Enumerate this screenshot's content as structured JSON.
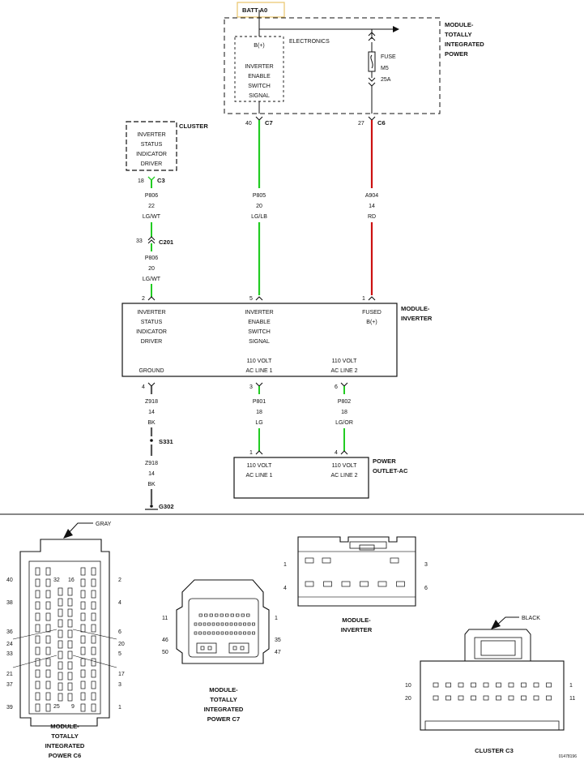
{
  "batt": "BATT A0",
  "tipm": {
    "title": [
      "MODULE-",
      "TOTALLY",
      "INTEGRATED",
      "POWER"
    ],
    "bplus": "B(+)",
    "electronics": "ELECTRONICS",
    "signal": [
      "INVERTER",
      "ENABLE",
      "SWITCH",
      "SIGNAL"
    ],
    "fuse": [
      "FUSE",
      "M5",
      "25A"
    ],
    "pin_c7": "40",
    "conn_c7": "C7",
    "pin_c6": "27",
    "conn_c6": "C6"
  },
  "cluster": {
    "title": "CLUSTER",
    "lines": [
      "INVERTER",
      "STATUS",
      "INDICATOR",
      "DRIVER"
    ],
    "pin": "18",
    "conn": "C3"
  },
  "wires": {
    "p806a": [
      "P806",
      "22",
      "LG/WT"
    ],
    "c201": {
      "pin": "33",
      "name": "C201"
    },
    "p806b": [
      "P806",
      "20",
      "LG/WT"
    ],
    "p805": [
      "P805",
      "20",
      "LG/LB"
    ],
    "a904": [
      "A904",
      "14",
      "RD"
    ],
    "z918a": [
      "Z918",
      "14",
      "BK"
    ],
    "s331": "S331",
    "z918b": [
      "Z918",
      "14",
      "BK"
    ],
    "g302": "G302",
    "p801": [
      "P801",
      "18",
      "LG"
    ],
    "p802": [
      "P802",
      "18",
      "LG/OR"
    ]
  },
  "inverter": {
    "title": [
      "MODULE-",
      "INVERTER"
    ],
    "pins": {
      "p2": "2",
      "p5": "5",
      "p1": "1",
      "p4": "4",
      "p3": "3",
      "p6": "6"
    },
    "status": [
      "INVERTER",
      "STATUS",
      "INDICATOR",
      "DRIVER"
    ],
    "enable": [
      "INVERTER",
      "ENABLE",
      "SWITCH",
      "SIGNAL"
    ],
    "fused": [
      "FUSED",
      "B(+)"
    ],
    "ground": "GROUND",
    "ac1": [
      "110 VOLT",
      "AC LINE 1"
    ],
    "ac2": [
      "110 VOLT",
      "AC LINE 2"
    ]
  },
  "outlet": {
    "title": [
      "POWER",
      "OUTLET-AC"
    ],
    "pins": {
      "p1": "1",
      "p4": "4"
    },
    "ac1": [
      "110 VOLT",
      "AC LINE 1"
    ],
    "ac2": [
      "110 VOLT",
      "AC LINE 2"
    ]
  },
  "views": {
    "c6": {
      "color": "GRAY",
      "title": [
        "MODULE-",
        "TOTALLY",
        "INTEGRATED",
        "POWER C6"
      ],
      "left": [
        "40",
        "38",
        "36",
        "24",
        "33",
        "21",
        "37",
        "39"
      ],
      "right": [
        "2",
        "4",
        "6",
        "20",
        "5",
        "17",
        "3",
        "1"
      ],
      "top": [
        "32",
        "16"
      ],
      "bottom": [
        "25",
        "9"
      ]
    },
    "c7": {
      "title": [
        "MODULE-",
        "TOTALLY",
        "INTEGRATED",
        "POWER C7"
      ],
      "left": [
        "11",
        "46",
        "50"
      ],
      "right": [
        "1",
        "35",
        "47"
      ]
    },
    "inv": {
      "title": [
        "MODULE-",
        "INVERTER"
      ],
      "left": [
        "1",
        "4"
      ],
      "right": [
        "3",
        "6"
      ]
    },
    "c3": {
      "color": "BLACK",
      "title": "CLUSTER C3",
      "left": [
        "10",
        "20"
      ],
      "right": [
        "1",
        "11"
      ]
    }
  },
  "figure_id": "01478196",
  "colors": {
    "green": "#22cc22",
    "red": "#cc1111",
    "gray": "#555555",
    "line": "#111111"
  }
}
